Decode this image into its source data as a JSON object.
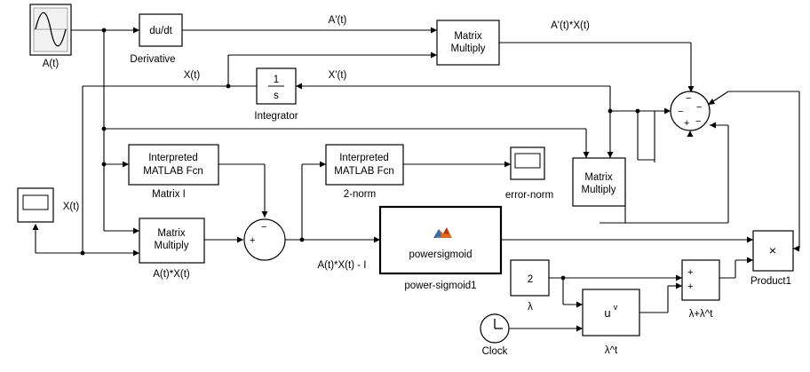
{
  "labels": {
    "a_t": "A(t)",
    "derivative_name": "Derivative",
    "derivative_text": "du/dt",
    "a_prime": "A'(t)",
    "mm_top_l1": "Matrix",
    "mm_top_l2": "Multiply",
    "aprime_x": "A'(t)*X(t)",
    "x_t_top": "X(t)",
    "integrator_num": "1",
    "integrator_den": "s",
    "integrator_name": "Integrator",
    "x_prime": "X'(t)",
    "interp1_l1": "Interpreted",
    "interp1_l2": "MATLAB Fcn",
    "matrix_i": "Matrix I",
    "interp2_l1": "Interpreted",
    "interp2_l2": "MATLAB Fcn",
    "two_norm": "2-norm",
    "error_norm": "error-norm",
    "mm_right_l1": "Matrix",
    "mm_right_l2": "Multiply",
    "x_t_scope": "X(t)",
    "mm_bottom_l1": "Matrix",
    "mm_bottom_l2": "Multiply",
    "ax_product": "A(t)*X(t)",
    "ax_minus_i": "A(t)*X(t) - I",
    "powersigmoid": "powersigmoid",
    "power_sigmoid1": "power-sigmoid1",
    "const_value": "2",
    "lambda": "λ",
    "clock": "Clock",
    "pow_base": "u",
    "pow_exp": "v",
    "lambda_t": "λ^t",
    "lambda_sum": "λ+λ^t",
    "product_symbol": "×",
    "product1": "Product1"
  },
  "icons": {
    "sine_wave_source": "sine-wave-icon",
    "scope": "scope-icon",
    "matlab_logo": "matlab-logo-icon",
    "clock": "clock-icon"
  }
}
